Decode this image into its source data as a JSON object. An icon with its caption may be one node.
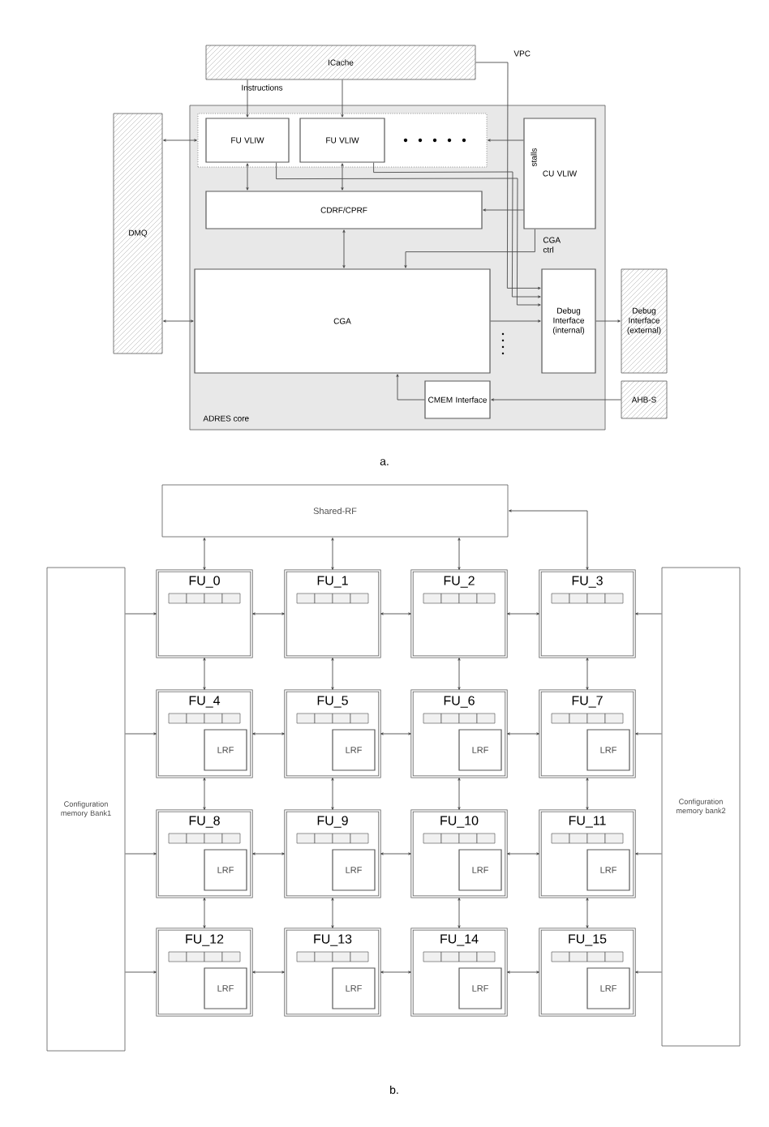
{
  "diagram": {
    "nodes": [
      {
        "text": [
          "ICache"
        ]
      },
      {
        "text": [
          "ADRES core"
        ]
      },
      {
        "text": [],
        "shape": "box",
        "in": 1
      },
      {
        "text": [
          "FU VLIW"
        ],
        "in": 2
      },
      {
        "text": [
          "FU VLIW"
        ],
        "in": 2
      },
      {
        "text": [
          "CU VLIW"
        ],
        "in": 1
      },
      {
        "text": [
          "CDRF/CPRF"
        ],
        "in": 1
      },
      {
        "text": [
          "CGA"
        ],
        "in": 1
      },
      {
        "text": [
          "Debug Interface (internal)"
        ],
        "in": 1
      },
      {
        "text": [
          "CMEM Interface"
        ],
        "in": 1
      },
      {
        "text": [
          "DMQ"
        ]
      },
      {
        "text": [
          "Debug Interface (external)"
        ]
      },
      {
        "text": [
          "AHB-S"
        ]
      },
      {
        "text": [
          "Shared-RF"
        ]
      },
      {
        "text": [
          "Configuration memory Bank1"
        ]
      },
      {
        "text": [
          "Configuration memory bank2"
        ]
      },
      {
        "text": [
          "FU_0"
        ]
      },
      {
        "text": [
          "FU_1"
        ]
      },
      {
        "text": [
          "FU_2"
        ]
      },
      {
        "text": [
          "FU_3"
        ]
      },
      {
        "text": [
          "FU_4"
        ]
      },
      {
        "text": [
          "FU_5"
        ]
      },
      {
        "text": [
          "FU_6"
        ]
      },
      {
        "text": [
          "FU_7"
        ]
      },
      {
        "text": [
          "FU_8"
        ]
      },
      {
        "text": [
          "FU_9"
        ]
      },
      {
        "text": [
          "FU_10"
        ]
      },
      {
        "text": [
          "FU_11"
        ]
      },
      {
        "text": [
          "FU_12"
        ]
      },
      {
        "text": [
          "FU_13"
        ]
      },
      {
        "text": [
          "FU_14"
        ]
      },
      {
        "text": [
          "FU_15"
        ]
      },
      {
        "text": [
          "LRF"
        ],
        "in": 20
      },
      {
        "text": [
          "LRF"
        ],
        "in": 21
      },
      {
        "text": [
          "LRF"
        ],
        "in": 22
      },
      {
        "text": [
          "LRF"
        ],
        "in": 23
      },
      {
        "text": [
          "LRF"
        ],
        "in": 24
      },
      {
        "text": [
          "LRF"
        ],
        "in": 25
      },
      {
        "text": [
          "LRF"
        ],
        "in": 26
      },
      {
        "text": [
          "LRF"
        ],
        "in": 27
      },
      {
        "text": [
          "LRF"
        ],
        "in": 28
      },
      {
        "text": [
          "LRF"
        ],
        "in": 29
      },
      {
        "text": [
          "LRF"
        ],
        "in": 30
      },
      {
        "text": [
          "LRF"
        ],
        "in": 31
      }
    ],
    "edges": [
      {
        "from": 0,
        "to": 3,
        "arrow": "to",
        "label": "Instructions"
      },
      {
        "from": 0,
        "to": 4,
        "arrow": "to"
      },
      {
        "from": 0,
        "to": 8,
        "arrow": "to",
        "label": "VPC"
      },
      {
        "from": 10,
        "to": 2,
        "arrow": "both"
      },
      {
        "from": 10,
        "to": 7,
        "arrow": "both"
      },
      {
        "from": 3,
        "to": 6,
        "arrow": "both"
      },
      {
        "from": 4,
        "to": 6,
        "arrow": "both"
      },
      {
        "from": 6,
        "to": 7,
        "arrow": "both"
      },
      {
        "from": 5,
        "to": 2,
        "arrow": "to"
      },
      {
        "from": 5,
        "to": 6,
        "arrow": "to"
      },
      {
        "from": 5,
        "to": 7,
        "arrow": "to",
        "label": "CGA ctrl"
      },
      {
        "from": 3,
        "to": 8,
        "arrow": "to"
      },
      {
        "from": 4,
        "to": 8,
        "arrow": "to"
      },
      {
        "from": 7,
        "to": 8,
        "arrow": "to"
      },
      {
        "from": 8,
        "to": 11,
        "arrow": "to"
      },
      {
        "from": 12,
        "to": 9,
        "arrow": "to"
      },
      {
        "from": 9,
        "to": 7,
        "arrow": "to"
      },
      {
        "from": 13,
        "to": 16,
        "arrow": "both"
      },
      {
        "from": 13,
        "to": 17,
        "arrow": "both"
      },
      {
        "from": 13,
        "to": 18,
        "arrow": "both"
      },
      {
        "from": 13,
        "to": 19,
        "arrow": "both"
      },
      {
        "from": 16,
        "to": 20,
        "arrow": "both"
      },
      {
        "from": 17,
        "to": 21,
        "arrow": "both"
      },
      {
        "from": 18,
        "to": 22,
        "arrow": "both"
      },
      {
        "from": 19,
        "to": 23,
        "arrow": "both"
      },
      {
        "from": 20,
        "to": 24,
        "arrow": "both"
      },
      {
        "from": 21,
        "to": 25,
        "arrow": "both"
      },
      {
        "from": 22,
        "to": 26,
        "arrow": "both"
      },
      {
        "from": 23,
        "to": 27,
        "arrow": "both"
      },
      {
        "from": 24,
        "to": 28,
        "arrow": "both"
      },
      {
        "from": 25,
        "to": 29,
        "arrow": "both"
      },
      {
        "from": 26,
        "to": 30,
        "arrow": "both"
      },
      {
        "from": 27,
        "to": 31,
        "arrow": "both"
      },
      {
        "from": 16,
        "to": 17,
        "arrow": "both"
      },
      {
        "from": 17,
        "to": 18,
        "arrow": "both"
      },
      {
        "from": 18,
        "to": 19,
        "arrow": "both"
      },
      {
        "from": 20,
        "to": 21,
        "arrow": "both"
      },
      {
        "from": 21,
        "to": 22,
        "arrow": "both"
      },
      {
        "from": 22,
        "to": 23,
        "arrow": "both"
      },
      {
        "from": 24,
        "to": 25,
        "arrow": "both"
      },
      {
        "from": 25,
        "to": 26,
        "arrow": "both"
      },
      {
        "from": 26,
        "to": 27,
        "arrow": "both"
      },
      {
        "from": 28,
        "to": 29,
        "arrow": "both"
      },
      {
        "from": 29,
        "to": 30,
        "arrow": "both"
      },
      {
        "from": 30,
        "to": 31,
        "arrow": "both"
      },
      {
        "from": 14,
        "to": 16,
        "arrow": "to"
      },
      {
        "from": 14,
        "to": 20,
        "arrow": "to"
      },
      {
        "from": 14,
        "to": 24,
        "arrow": "to"
      },
      {
        "from": 14,
        "to": 28,
        "arrow": "to"
      },
      {
        "from": 15,
        "to": 19,
        "arrow": "to"
      },
      {
        "from": 15,
        "to": 23,
        "arrow": "to"
      },
      {
        "from": 15,
        "to": 27,
        "arrow": "to"
      },
      {
        "from": 15,
        "to": 31,
        "arrow": "to"
      }
    ],
    "labels": [
      "stalls",
      "a.",
      "b."
    ]
  }
}
